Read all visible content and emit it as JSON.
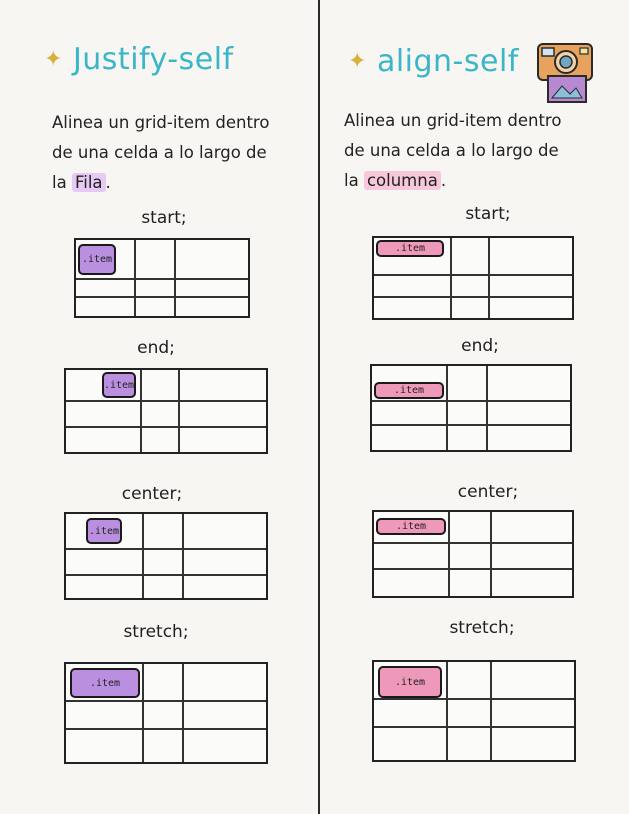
{
  "left": {
    "title": "Justify-self",
    "desc_line1": "Alinea un grid-item dentro",
    "desc_line2": "de una celda a lo largo de",
    "desc_prefix": "la ",
    "desc_highlight": "Fila",
    "desc_suffix": ".",
    "examples": [
      {
        "caption": "start;",
        "item_label": ".item"
      },
      {
        "caption": "end;",
        "item_label": ".item"
      },
      {
        "caption": "center;",
        "item_label": ".item"
      },
      {
        "caption": "stretch;",
        "item_label": ".item"
      }
    ]
  },
  "right": {
    "title": "align-self",
    "desc_line1": "Alinea un grid-item dentro",
    "desc_line2": "de una celda a lo largo de",
    "desc_prefix": "la ",
    "desc_highlight": "columna",
    "desc_suffix": ".",
    "examples": [
      {
        "caption": "start;",
        "item_label": ".item"
      },
      {
        "caption": "end;",
        "item_label": ".item"
      },
      {
        "caption": "center;",
        "item_label": ".item"
      },
      {
        "caption": "stretch;",
        "item_label": ".item"
      }
    ]
  },
  "colors": {
    "title": "#3ab6c9",
    "star": "#d9b03a",
    "justify_item": "#bb8fe0",
    "align_item": "#ee98ba",
    "highlight_fila": "#e6c9f5",
    "highlight_columna": "#f7c8dc"
  },
  "icons": [
    "sparkle-icon",
    "camera-icon"
  ]
}
